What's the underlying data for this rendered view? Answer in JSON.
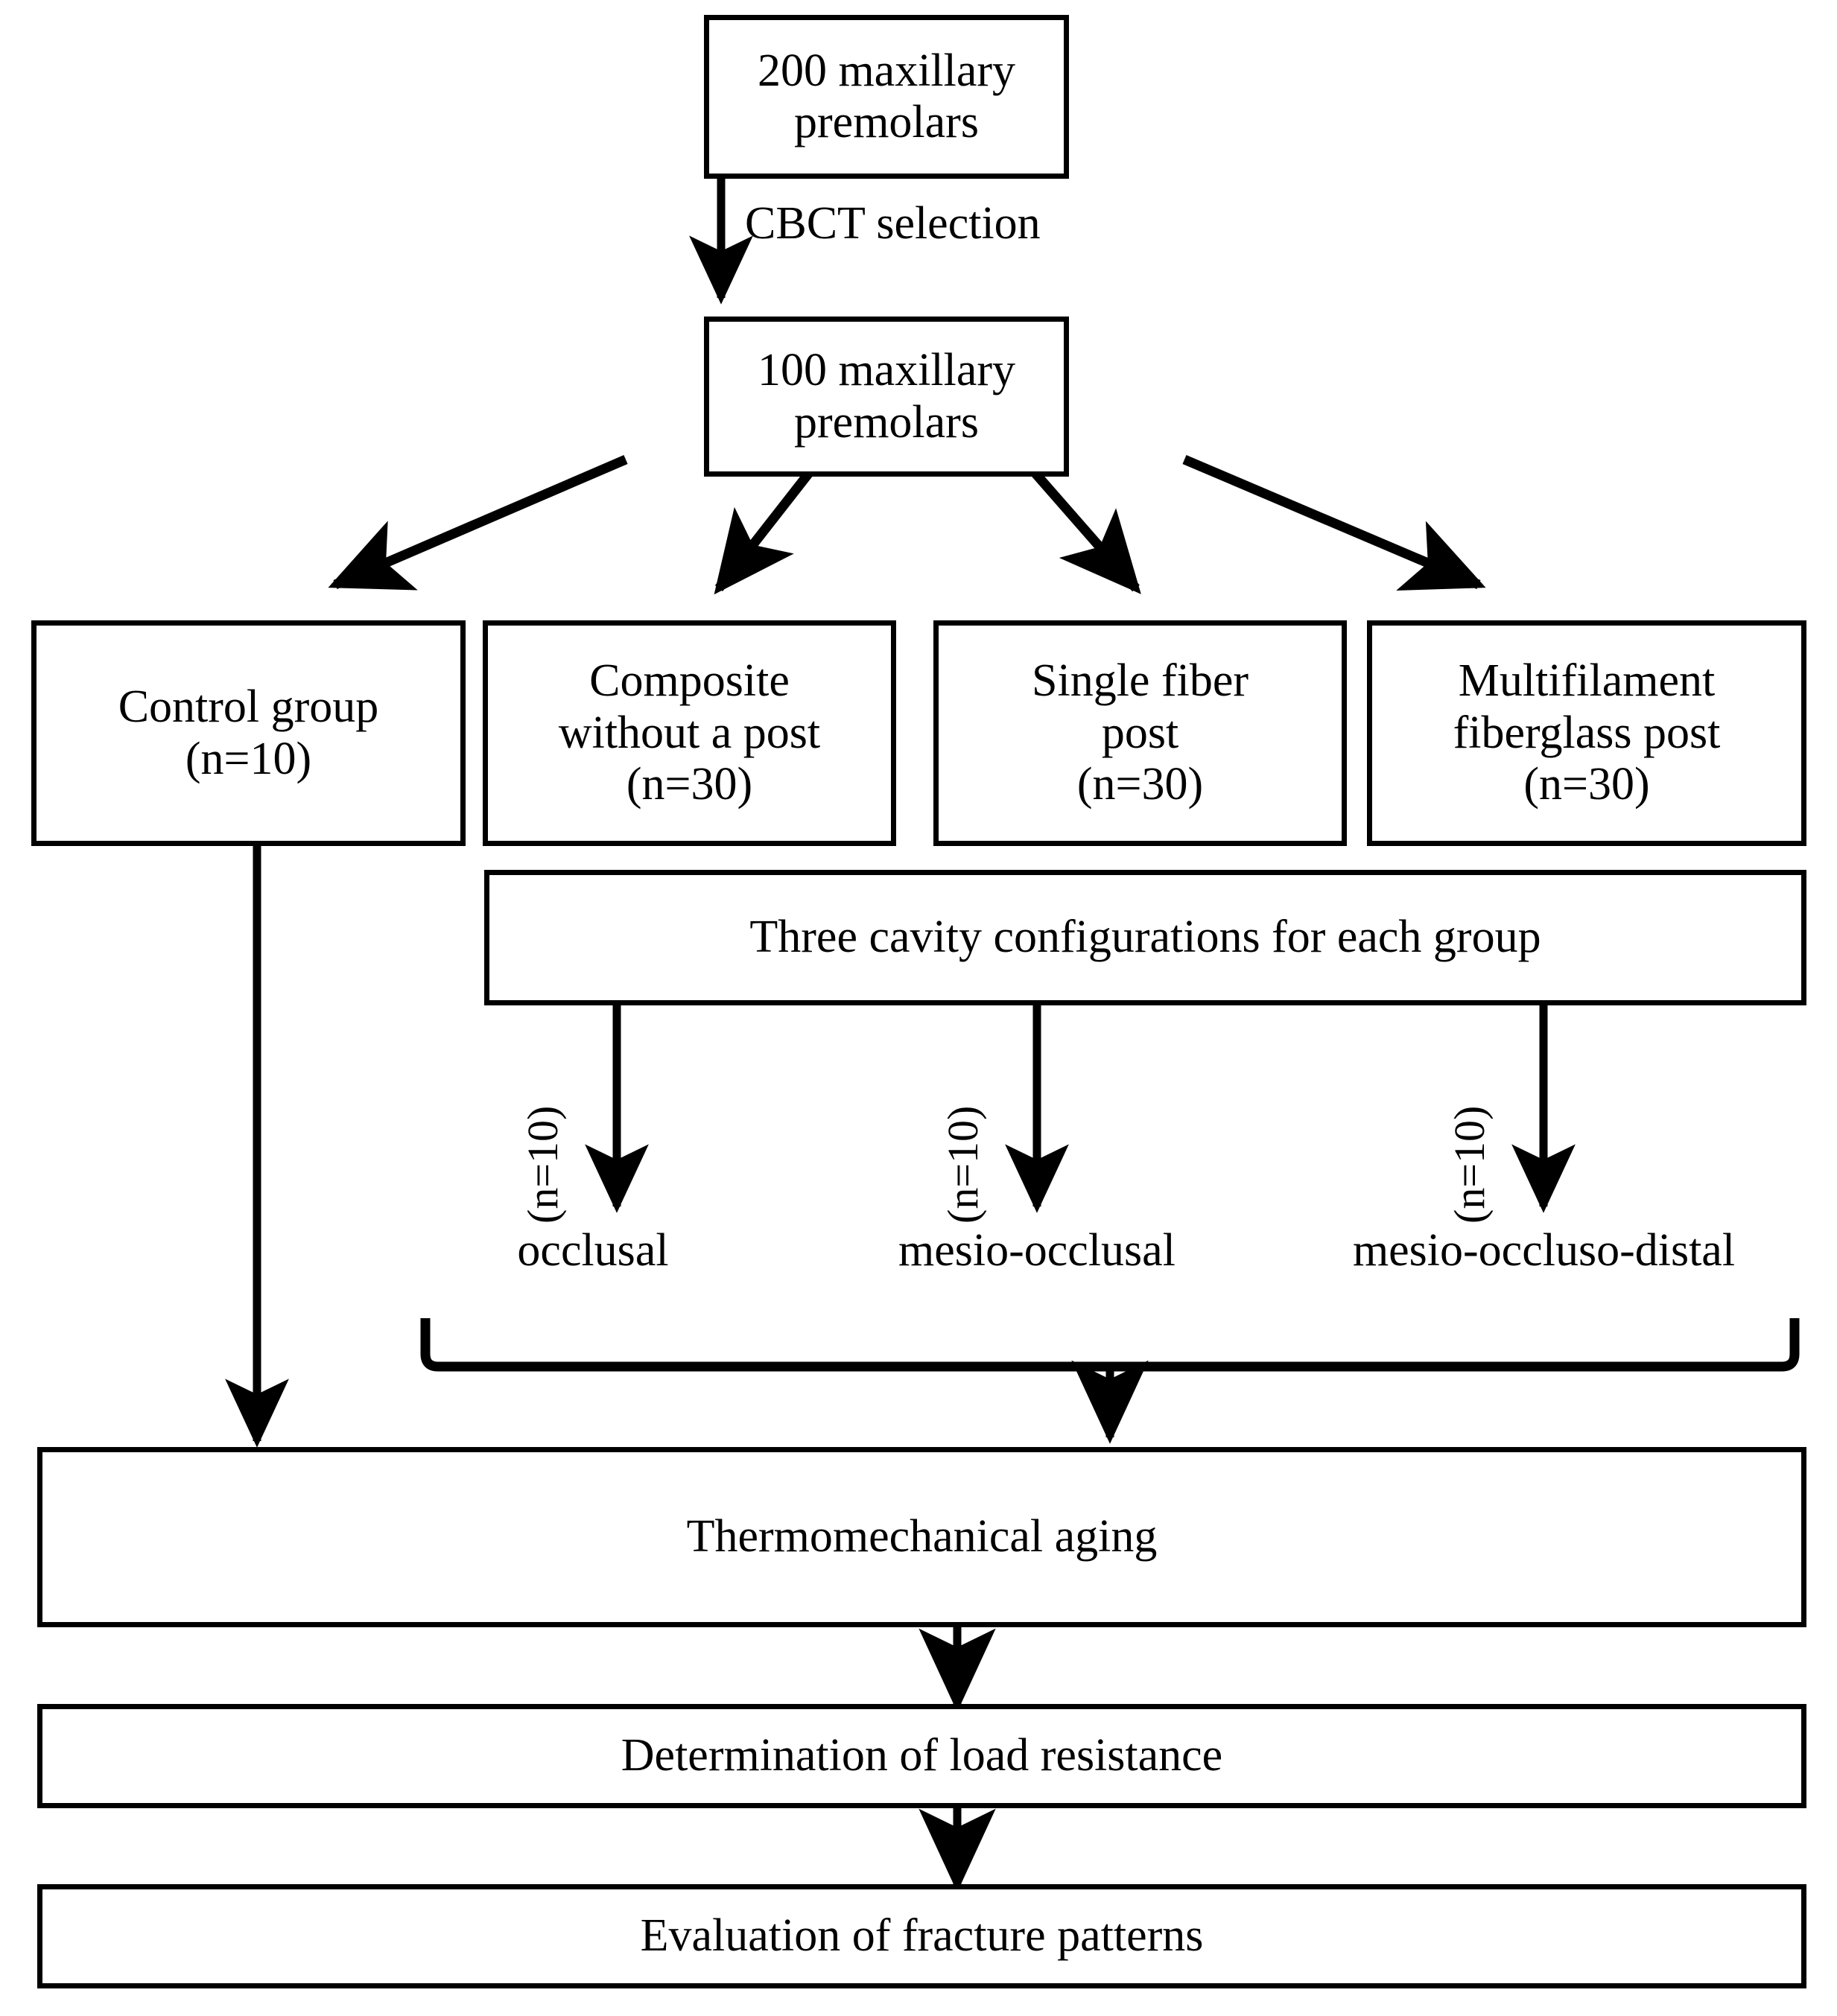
{
  "diagram": {
    "title": "Experimental study flowchart of maxillary premolar restoration groups",
    "background_color": "#ffffff",
    "stroke_color": "#000000",
    "text_color": "#000000",
    "nodes": {
      "start": "200 maxillary\npremolars",
      "selected": "100 maxillary\npremolars",
      "control": "Control group\n(n=10)",
      "composite": "Composite\nwithout a post\n(n=30)",
      "single_fiber": "Single fiber\npost\n(n=30)",
      "multifilament": "Multifilament\nfiberglass post\n(n=30)",
      "cavity_config": "Three cavity configurations for each group",
      "aging": "Thermomechanical aging",
      "load": "Determination of load resistance",
      "fracture": "Evaluation of fracture patterns"
    },
    "edge_labels": {
      "cbct": "CBCT selection",
      "n_occlusal": "(n=10)",
      "n_mesio_occlusal": "(n=10)",
      "n_mesio_occluso_distal": "(n=10)"
    },
    "cavity_labels": {
      "occlusal": "occlusal",
      "mesio_occlusal": "mesio-occlusal",
      "mesio_occluso_distal": "mesio-occluso-distal"
    }
  }
}
